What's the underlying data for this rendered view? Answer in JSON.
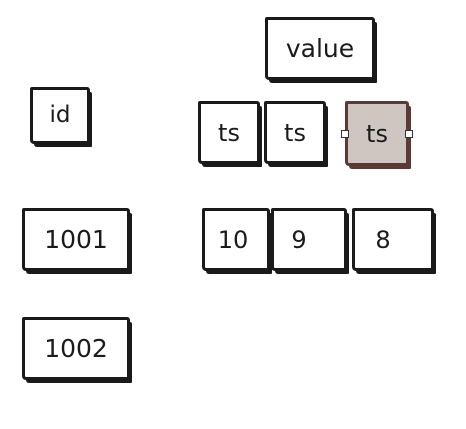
{
  "diagram": {
    "header": {
      "value_label": "value"
    },
    "row_key_header": {
      "id_label": "id"
    },
    "column_headers": [
      {
        "label": "ts",
        "selected": false
      },
      {
        "label": "ts",
        "selected": false
      },
      {
        "label": "ts",
        "selected": true
      }
    ],
    "rows": [
      {
        "key": "1001",
        "cells": [
          "10",
          "9",
          "8"
        ]
      },
      {
        "key": "1002",
        "cells": []
      }
    ]
  },
  "colors": {
    "stroke": "#1a1a1a",
    "selected_fill": "#cfc5c1",
    "selected_stroke": "#5a3a35",
    "background": "#ffffff"
  }
}
